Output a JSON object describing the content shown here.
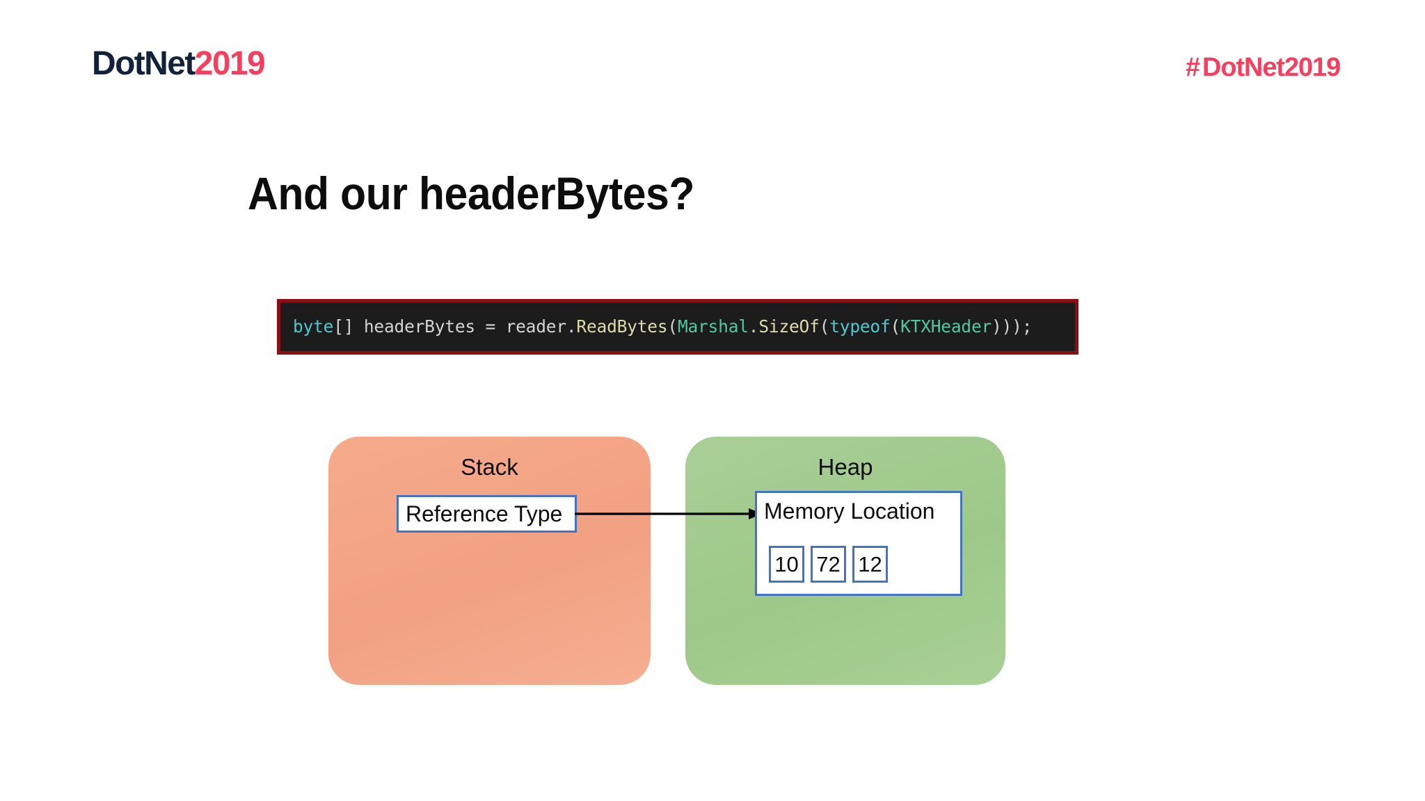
{
  "header": {
    "logo_dark": "DotNet",
    "logo_accent": "2019",
    "hashtag_sign": "#",
    "hashtag_dark": "DotNet",
    "hashtag_accent": "2019",
    "hashtag_full": "#DotNet2019"
  },
  "title": "And our headerBytes?",
  "code": {
    "full_line": "byte[] headerBytes = reader.ReadBytes(Marshal.SizeOf(typeof(KTXHeader)));",
    "tokens": {
      "keyword_byte": "byte",
      "brackets": "[]",
      "variable": " headerBytes = reader.",
      "method_readbytes": "ReadBytes",
      "paren_open_1": "(",
      "type_marshal": "Marshal",
      "dot_1": ".",
      "method_sizeof": "SizeOf",
      "paren_open_2": "(",
      "keyword_typeof": "typeof",
      "paren_open_3": "(",
      "type_ktxheader": "KTXHeader",
      "closers": ")));"
    },
    "colors": {
      "background": "#1c1c1c",
      "border": "#8d0f14",
      "keyword": "#4ec9d0",
      "plain": "#d4d4d4",
      "type": "#4ec9a0",
      "method": "#dcdcaa"
    }
  },
  "diagram": {
    "stack": {
      "label": "Stack",
      "color": "#f2a183",
      "item_label": "Reference Type"
    },
    "heap": {
      "label": "Heap",
      "color": "#9ec889",
      "memory_label": "Memory Location",
      "bytes": [
        "10",
        "72",
        "12"
      ]
    },
    "arrow": {
      "name": "reference-pointer-arrow",
      "direction": "stack-to-heap"
    },
    "box_border_color": "#4472c4"
  }
}
